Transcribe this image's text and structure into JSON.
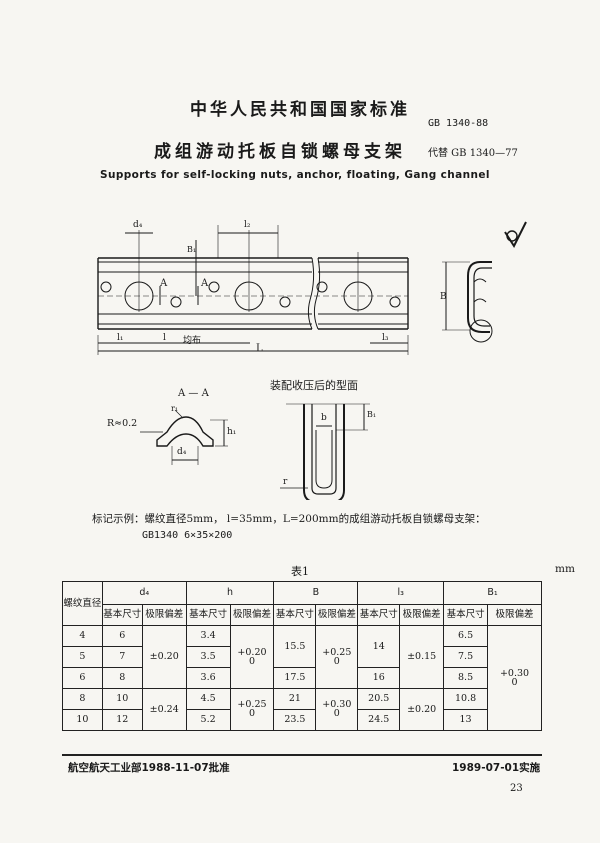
{
  "header": {
    "standard_org": "中华人民共和国国家标准",
    "gb_number": "GB 1340-88",
    "title_cn": "成组游动托板自锁螺母支架",
    "replaces": "代替 GB 1340—77",
    "title_en": "Supports for self-locking nuts, anchor, floating, Gang channel"
  },
  "drawing": {
    "labels": {
      "d4": "d₄",
      "l2": "l₂",
      "b1": "B₁",
      "a_left": "A",
      "a_right": "A",
      "l1": "l₁",
      "l": "l",
      "even": "均布",
      "L": "L",
      "l3": "l₃",
      "B": "B",
      "r1": "r₁",
      "R": "R≈0.2",
      "h1": "h₁",
      "d4b": "d₄",
      "b": "b",
      "r": "r",
      "B1b": "B₁",
      "roughness": "∇"
    },
    "section_title": "A — A",
    "assembled_title": "装配收压后的型面"
  },
  "marking": {
    "line1": "标记示例：螺纹直径5mm，  l=35mm，L=200mm的成组游动托板自锁螺母支架：",
    "line2": "GB1340   6×35×200"
  },
  "table": {
    "title": "表1",
    "unit": "mm",
    "headers": {
      "thread": "螺纹直径",
      "d4": "d₄",
      "h": "h",
      "B": "B",
      "l3": "l₃",
      "B1": "B₁",
      "basic": "基本尺寸",
      "tol": "极限偏差"
    },
    "rows": [
      {
        "d": "4",
        "d4": "6",
        "h": "3.4",
        "B": "",
        "l3": "",
        "B1": "6.5"
      },
      {
        "d": "5",
        "d4": "7",
        "h": "3.5",
        "B": "15.5",
        "l3": "14",
        "B1": "7.5"
      },
      {
        "d": "6",
        "d4": "8",
        "h": "3.6",
        "B": "17.5",
        "l3": "16",
        "B1": "8.5"
      },
      {
        "d": "8",
        "d4": "10",
        "h": "4.5",
        "B": "21",
        "l3": "20.5",
        "B1": "10.8"
      },
      {
        "d": "10",
        "d4": "12",
        "h": "5.2",
        "B": "23.5",
        "l3": "24.5",
        "B1": "13"
      }
    ],
    "tolerances": {
      "d4_top": "±0.20",
      "d4_bottom": "±0.24",
      "h_top_upper": "+0.20",
      "h_top_lower": "0",
      "h_bottom_upper": "+0.25",
      "h_bottom_lower": "0",
      "B_top_upper": "+0.25",
      "B_top_lower": "0",
      "B_bottom_upper": "+0.30",
      "B_bottom_lower": "0",
      "l3_top": "±0.15",
      "l3_bottom": "±0.20",
      "B1_upper": "+0.30",
      "B1_lower": "0"
    }
  },
  "footer": {
    "approved": "航空航天工业部1988-11-07批准",
    "effective": "1989-07-01实施",
    "page": "23"
  }
}
